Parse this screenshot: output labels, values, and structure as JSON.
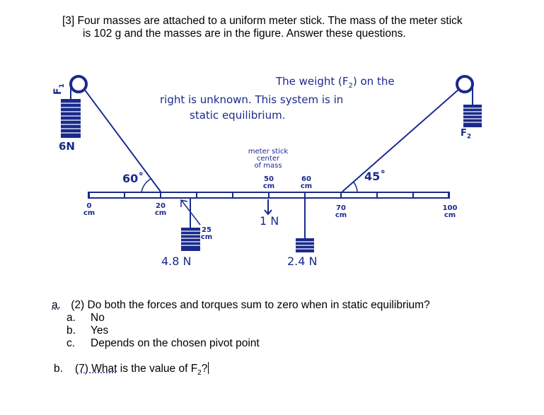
{
  "problem": {
    "line1": "[3]  Four masses are attached to a uniform meter stick. The mass of the meter stick",
    "line2": "is 102 g and the masses are in the figure. Answer these questions."
  },
  "figure": {
    "note_line1": "The weight (F",
    "note_line1_sub": "2",
    "note_line1_end": ") on the",
    "note_line2": "right is unknown.  This system is in",
    "note_line3": "static equilibrium.",
    "left_force": "F",
    "left_force_sub": "1",
    "left_weight": "6N",
    "right_force": "F",
    "right_force_sub": "2",
    "angle_left": "60˚",
    "angle_right": "45˚",
    "center_label_1": "meter stick",
    "center_label_2": "center",
    "center_label_3": "of mass",
    "mark_0": "0",
    "mark_20": "20",
    "mark_25": "25",
    "mark_50": "50",
    "mark_60": "60",
    "mark_70": "70",
    "mark_100": "100",
    "unit_cm": "cm",
    "weight_center": "1 N",
    "weight_25": "4.8 N",
    "weight_60": "2.4 N",
    "colors": {
      "ink": "#1a2a8c"
    }
  },
  "questions": {
    "a_prefix": "a.",
    "a_text": "(2) Do both the forces and torques sum to zero when in static equilibrium?",
    "options": [
      {
        "letter": "a.",
        "text": "No"
      },
      {
        "letter": "b.",
        "text": "Yes"
      },
      {
        "letter": "c.",
        "text": "Depends on the chosen pivot point"
      }
    ],
    "b_prefix": "b.",
    "b_points": "(7) What",
    "b_text": " is the value of F",
    "b_sub": "2",
    "b_end": "?"
  }
}
